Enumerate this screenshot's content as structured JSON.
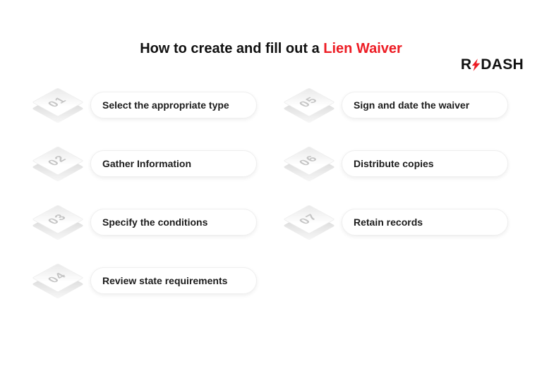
{
  "logo": {
    "r": "R",
    "dash": "DASH",
    "bolt_color": "#ed1c24"
  },
  "title": {
    "prefix": "How to create and fill out a",
    "highlight": "Lien Waiver",
    "highlight_color": "#ed1c24"
  },
  "steps": [
    {
      "number": "01",
      "label": "Select the appropriate type"
    },
    {
      "number": "02",
      "label": "Gather Information"
    },
    {
      "number": "03",
      "label": "Specify the conditions"
    },
    {
      "number": "04",
      "label": "Review state requirements"
    },
    {
      "number": "05",
      "label": "Sign and date the waiver"
    },
    {
      "number": "06",
      "label": "Distribute copies"
    },
    {
      "number": "07",
      "label": "Retain records"
    }
  ]
}
